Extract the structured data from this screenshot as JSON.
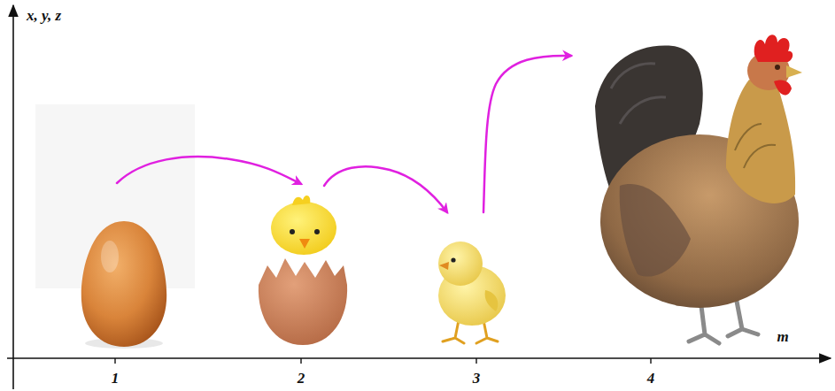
{
  "diagram": {
    "labels": [
      "x, y, z",
      "1",
      "2",
      "3",
      "4",
      "m"
    ]
  }
}
